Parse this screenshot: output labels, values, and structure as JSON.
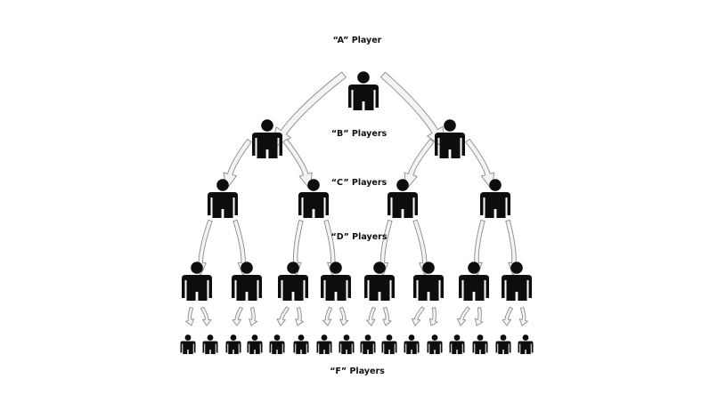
{
  "labels": {
    "a": "“A” Player",
    "b": "“B” Players",
    "c": "“C” Players",
    "d": "“D” Players",
    "f": "“F” Players"
  },
  "tiers": [
    {
      "name": "A",
      "count": 1
    },
    {
      "name": "B",
      "count": 2
    },
    {
      "name": "C",
      "count": 4
    },
    {
      "name": "D",
      "count": 8
    },
    {
      "name": "F",
      "count": 16
    }
  ],
  "colors": {
    "figure": "#0d0d0d",
    "arrow_fill": "#f4f4f4",
    "arrow_stroke": "#8a8a8a",
    "background": "#ffffff"
  },
  "icons": {
    "person": "person-icon",
    "arrow": "curved-arrow-icon"
  }
}
